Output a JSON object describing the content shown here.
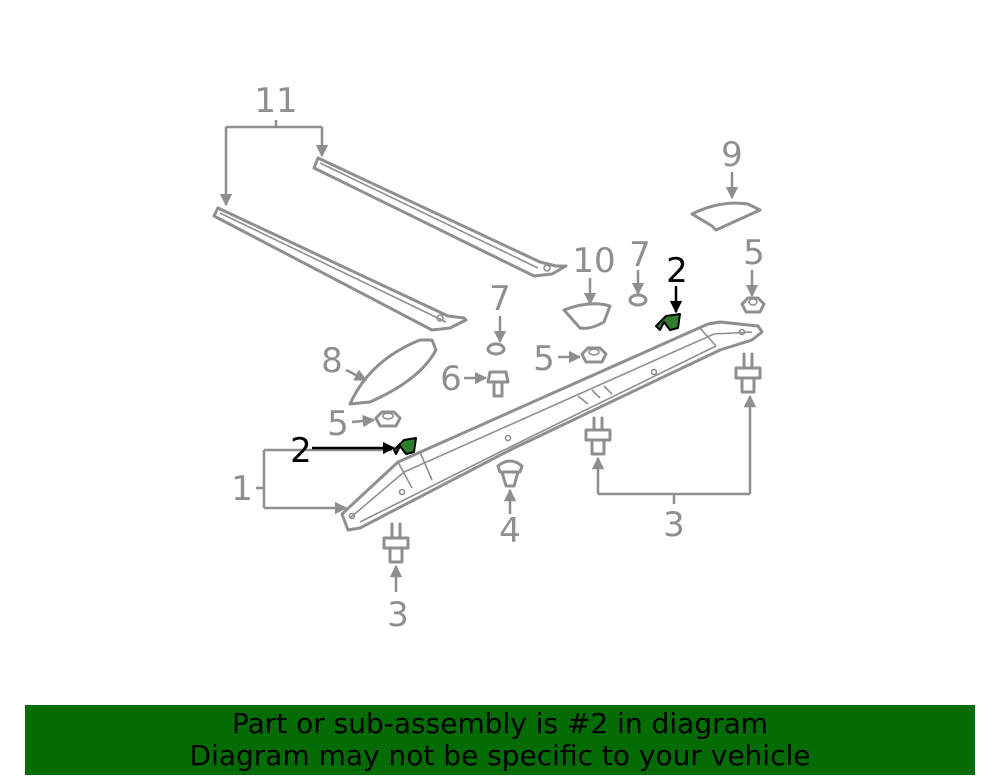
{
  "colors": {
    "line": "#8f8f8f",
    "highlight_part": "#2f7d2f",
    "highlight_line": "#000000",
    "banner_bg": "#046c04"
  },
  "diagram": {
    "callouts": {
      "c1": "1",
      "c2a": "2",
      "c2b": "2",
      "c3a": "3",
      "c3b": "3",
      "c4": "4",
      "c5a": "5",
      "c5b": "5",
      "c5c": "5",
      "c6": "6",
      "c7a": "7",
      "c7b": "7",
      "c8": "8",
      "c9": "9",
      "c10": "10",
      "c11": "11"
    },
    "highlighted_callout": "2"
  },
  "banner": {
    "line1": "Part or sub-assembly is #2 in diagram",
    "line2": "Diagram may not be specific to your vehicle"
  }
}
